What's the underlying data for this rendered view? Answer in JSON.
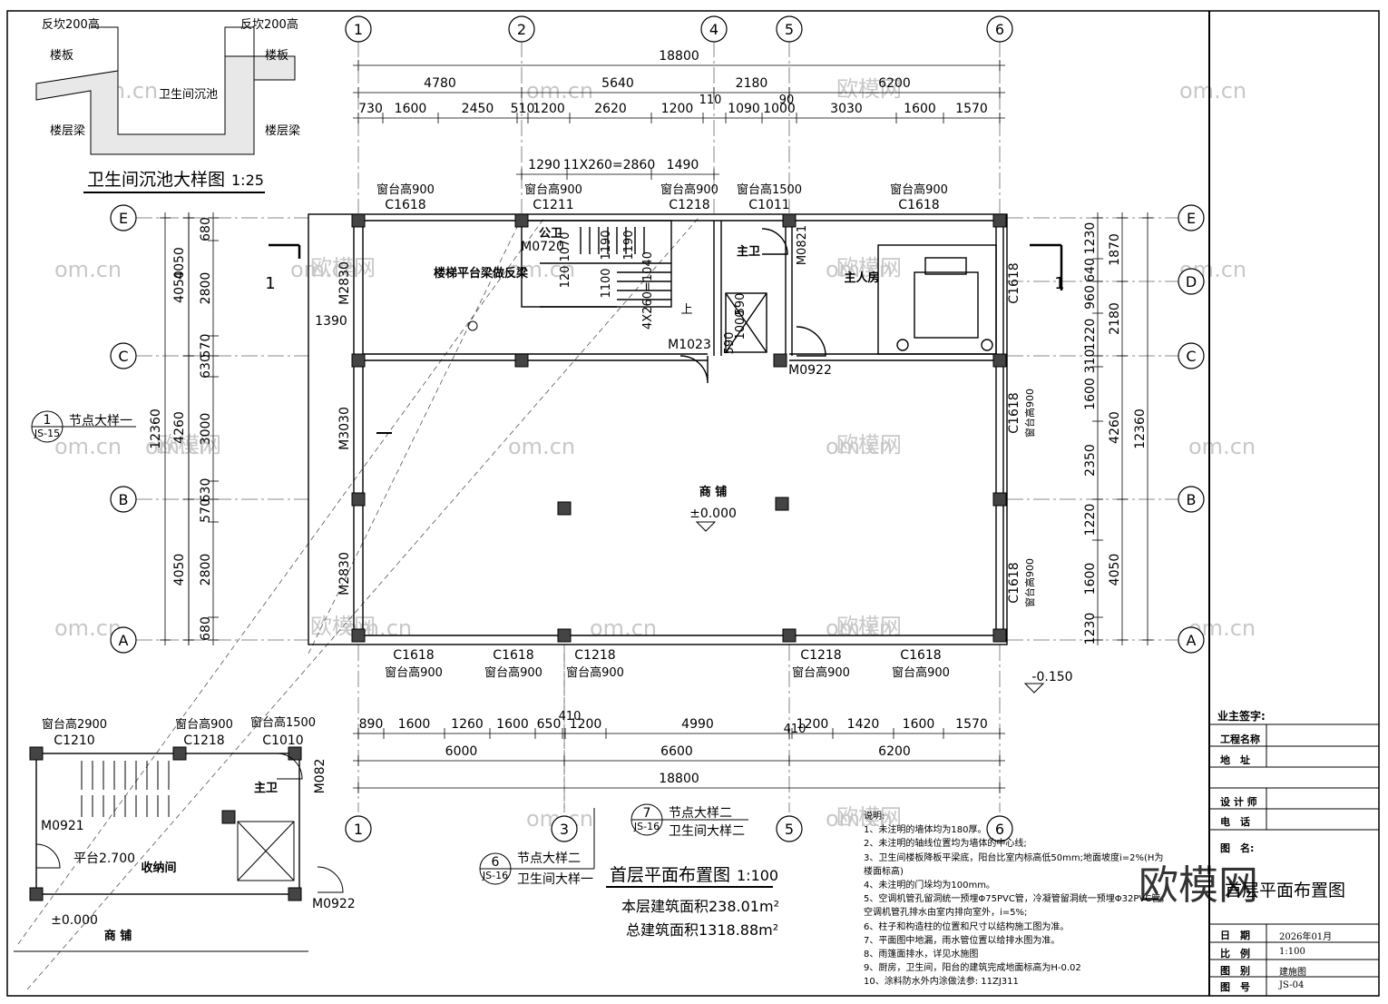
{
  "watermark": "om.cn",
  "watermark_cn": "欧模网",
  "detail_top": {
    "title": "卫生间沉池大样图",
    "scale": "1:25",
    "labels": [
      "反坎200高",
      "反坎200高",
      "楼板",
      "楼板",
      "卫生间沉池",
      "楼层梁",
      "楼层梁"
    ]
  },
  "axes": {
    "top": [
      "1",
      "2",
      "4",
      "5",
      "6"
    ],
    "bottom": [
      "1",
      "3",
      "5",
      "6"
    ],
    "left": [
      "E",
      "C",
      "B",
      "A"
    ],
    "right": [
      "E",
      "D",
      "C",
      "B",
      "A"
    ]
  },
  "dims": {
    "top_total": "18800",
    "top_second": [
      "4780",
      "5640",
      "2180",
      "6200",
      "110",
      "90"
    ],
    "top_third": [
      "730",
      "1600",
      "2450",
      "510",
      "1200",
      "2620",
      "1200",
      "1090",
      "1000",
      "3030",
      "1600",
      "1570"
    ],
    "stair": [
      "1290",
      "11X260=2860",
      "1490"
    ],
    "bottom_first": [
      "890",
      "1600",
      "1260",
      "1600",
      "650",
      "410",
      "1200",
      "4990",
      "410",
      "1200",
      "1420",
      "1600",
      "1570"
    ],
    "bottom_second": [
      "6000",
      "6600",
      "6200"
    ],
    "bottom_total": "18800",
    "left_outer": [
      "4050",
      "4260",
      "4050"
    ],
    "left_total": "12360",
    "left_inner": [
      "680",
      "2800",
      "570",
      "630",
      "3000",
      "630",
      "570",
      "2800",
      "680"
    ],
    "left_misc": [
      "1390"
    ],
    "right_inner": [
      "1230",
      "640",
      "960",
      "1220",
      "310",
      "1600",
      "2350",
      "1220",
      "1600",
      "1230"
    ],
    "right_outer": [
      "1870",
      "2180",
      "4260",
      "4050"
    ],
    "right_total": "12360"
  },
  "windows_top": [
    {
      "label": "C1618",
      "sill": "窗台高900"
    },
    {
      "label": "C1211",
      "sill": "窗台高900"
    },
    {
      "label": "C1218",
      "sill": "窗台高900"
    },
    {
      "label": "C1011",
      "sill": "窗台高1500"
    },
    {
      "label": "C1618",
      "sill": "窗台高900"
    }
  ],
  "windows_bottom": [
    {
      "label": "C1618",
      "sill": "窗台高900"
    },
    {
      "label": "C1618",
      "sill": "窗台高900"
    },
    {
      "label": "C1218",
      "sill": "窗台高900"
    },
    {
      "label": "C1218",
      "sill": "窗台高900"
    },
    {
      "label": "C1618",
      "sill": "窗台高900"
    }
  ],
  "windows_side": [
    {
      "label": "C1618",
      "sill": "窗台高900"
    },
    {
      "label": "C1618",
      "sill": "窗台高900"
    },
    {
      "label": "C1618",
      "sill": ""
    }
  ],
  "doors": [
    "M2830",
    "M3030",
    "M2830",
    "M0720",
    "M1023",
    "M0922",
    "M0821"
  ],
  "rooms": {
    "shop": "商 铺",
    "shop_level": "±0.000",
    "outdoor_level": "-0.150",
    "master": "主人房",
    "mainbath": "主卫",
    "pubbath": "公卫",
    "stair_note": "楼梯平台梁做反梁",
    "up": "上",
    "stair_dims": [
      "1070",
      "1190",
      "1190",
      "120",
      "1100",
      "4X260=1040",
      "1000",
      "590",
      "590"
    ]
  },
  "section": "1",
  "node_refs": [
    {
      "num": "1",
      "sheet": "JS-15",
      "text": "节点大样一"
    },
    {
      "num": "6",
      "sheet": "JS-16",
      "text": "节点大样二",
      "text2": "卫生间大样一"
    },
    {
      "num": "7",
      "sheet": "JS-16",
      "text": "节点大样二",
      "text2": "卫生间大样二"
    }
  ],
  "plan_title": "首层平面布置图",
  "plan_scale": "1:100",
  "area_floor": "本层建筑面积238.01m²",
  "area_total": "总建筑面积1318.88m²",
  "detail_bottom": {
    "sills": [
      "窗台高2900",
      "窗台高900",
      "窗台高1500"
    ],
    "windows": [
      "C1210",
      "C1218",
      "C1010"
    ],
    "doors": [
      "M0921",
      "M082",
      "M0922"
    ],
    "platform": "平台2.700",
    "storage": "收纳间",
    "bath": "主卫",
    "level": "±0.000",
    "shop": "商 铺"
  },
  "notes_title": "说明:",
  "notes": [
    "1、未注明的墙体均为180厚。",
    "2、未注明的轴线位置均为墙体的中心线;",
    "3、卫生间楼板降板平梁底，阳台比室内标高低50mm;地面坡度i=2%(H为",
    "     楼面标高)",
    "4、未注明的门垛均为100mm。",
    "5、空调机管孔留洞统一预埋Φ75PVC管，冷凝管留洞统一预埋Φ32PVC管，",
    "空调机管孔排水由室内排向室外，i=5%;",
    "6、柱子和构造柱的位置和尺寸以结构施工图为准。",
    "7、平面图中地漏，雨水管位置以给排水图为准。",
    "8、雨篷面排水，详见水施图",
    "9、厨房，卫生间，阳台的建筑完成地面标高为H-0.02",
    "10、涂料防水外内涂做法参: 11ZJ311"
  ],
  "title_block": {
    "owner_sign": "业主签字:",
    "project": "工程名称",
    "address": "地　址",
    "designer": "设 计 师",
    "phone": "电　话",
    "drawing_name": "图　名:",
    "drawing_value": "首层平面布置图",
    "date_label": "日　期",
    "date": "2026年01月",
    "scale_label": "比　例",
    "scale": "1:100",
    "category_label": "图　别",
    "category": "建施图",
    "number_label": "图　号",
    "number": "JS-04"
  }
}
